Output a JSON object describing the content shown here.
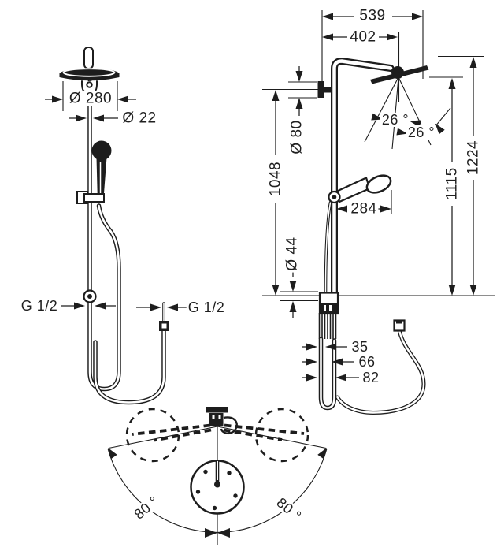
{
  "title": "Shower pipe technical dimension drawing",
  "colors": {
    "ink": "#1d1d1d",
    "background": "#ffffff"
  },
  "front_view": {
    "head_diameter": "Ø 280",
    "pipe_diameter": "Ø 22",
    "inlet_left": "G 1/2",
    "inlet_right": "G 1/2"
  },
  "side_view": {
    "total_reach": "539",
    "arm_reach": "402",
    "escutcheon_diameter": "Ø 80",
    "height_to_bracket": "1048",
    "head_tilt_angle_1": "26 °",
    "head_tilt_angle_2": "26 °",
    "height_to_head": "1115",
    "height_total": "1224",
    "hand_shower_reach": "284",
    "connector_diameter": "Ø 44",
    "hose_offset_1": "35",
    "hose_offset_2": "66",
    "hose_offset_3": "82"
  },
  "top_view": {
    "swivel_angle_left": "80 °",
    "swivel_angle_right": "80 °"
  }
}
